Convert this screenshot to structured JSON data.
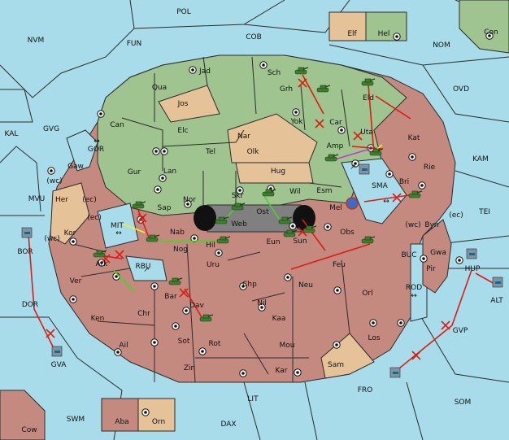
{
  "map": {
    "colors": {
      "sea": "#a9dcea",
      "green": "#9fc48f",
      "red": "#c48a80",
      "tan": "#e6c298",
      "gray": "#808080",
      "move_red": "#e01b12",
      "move_green": "#4fcf2c",
      "move_yellow": "#f3ef2a",
      "move_purple": "#c23cc8"
    },
    "labels": {
      "POL": "POL",
      "NVM": "NVM",
      "FUN": "FUN",
      "COB": "COB",
      "Elf": "Elf",
      "Hel": "Hel",
      "Con": "Con",
      "NOM": "NOM",
      "OVD": "OVD",
      "KAL": "KAL",
      "GVG": "GVG",
      "GOR": "GOR",
      "Gaw": "Gaw",
      "wc1": "(wc)",
      "Her": "Her",
      "ec1": "(ec)",
      "MVU": "MVU",
      "ec2": "(ec)",
      "Kor": "Kor",
      "wc2": "(wc)",
      "MIT": "MIT",
      "BOR": "BOR",
      "DOR": "DOR",
      "GVA": "GVA",
      "Ark": "Ark",
      "Ver": "Ver",
      "Ken": "Ken",
      "Chr": "Chr",
      "Ail": "Ail",
      "RBU": "RBU",
      "Can": "Can",
      "Qua": "Qua",
      "Jad": "Jad",
      "Jos": "Jos",
      "Sch": "Sch",
      "Grh": "Grh",
      "Elc": "Elc",
      "Nar": "Nar",
      "Yok": "Yok",
      "Car": "Car",
      "Eld": "Eld",
      "Gur": "Gur",
      "Tel": "Tel",
      "Olk": "Olk",
      "Lan": "Lan",
      "Hug": "Hug",
      "Amp": "Amp",
      "Uta": "Uta",
      "Kat": "Kat",
      "KAM": "KAM",
      "Rie": "Rie",
      "Nor": "Nor",
      "Sap": "Sap",
      "Skr": "Skr",
      "Web": "Web",
      "Ost": "Ost",
      "Wil": "Wil",
      "Esm": "Esm",
      "SMA": "SMA",
      "Bri": "Bri",
      "Mel": "Mel",
      "Nab": "Nab",
      "Nog": "Nog",
      "Hil": "Hil",
      "Eun": "Eun",
      "Sun": "Sun",
      "Obs": "Obs",
      "wc3": "(wc)",
      "ec3": "(ec)",
      "Byn": "Byn",
      "TEI": "TEI",
      "Gwa": "Gwa",
      "BUC": "BUC",
      "Pir": "Pir",
      "Uru": "Uru",
      "Feu": "Feu",
      "Chp": "Chp",
      "Neu": "Neu",
      "Nil": "Nil",
      "Orl": "Orl",
      "Bar": "Bar",
      "Dav": "Dav",
      "Kaa": "Kaa",
      "ROD": "ROD",
      "Sot": "Sot",
      "Rot": "Rot",
      "Mou": "Mou",
      "Los": "Los",
      "Zin": "Zin",
      "Kar": "Kar",
      "Sam": "Sam",
      "HUP": "HUP",
      "ALT": "ALT",
      "GVP": "GVP",
      "FRO": "FRO",
      "LIT": "LIT",
      "SOM": "SOM",
      "SWM": "SWM",
      "DAX": "DAX",
      "Cow": "Cow",
      "Aba": "Aba",
      "Orn": "Orn"
    },
    "units": [
      {
        "type": "army",
        "at": "Sch"
      },
      {
        "type": "army",
        "at": "Grh"
      },
      {
        "type": "army",
        "at": "Eld"
      },
      {
        "type": "army",
        "at": "Amp"
      },
      {
        "type": "army",
        "at": "Uta"
      },
      {
        "type": "army",
        "at": "Bri"
      },
      {
        "type": "army",
        "at": "Skr"
      },
      {
        "type": "army",
        "at": "Web"
      },
      {
        "type": "army",
        "at": "Ost"
      },
      {
        "type": "army",
        "at": "Wil"
      },
      {
        "type": "army",
        "at": "Eun"
      },
      {
        "type": "army",
        "at": "Sun"
      },
      {
        "type": "army",
        "at": "Obs"
      },
      {
        "type": "army",
        "at": "Sap"
      },
      {
        "type": "army",
        "at": "Nog"
      },
      {
        "type": "army",
        "at": "Hil"
      },
      {
        "type": "army",
        "at": "Ark"
      },
      {
        "type": "army",
        "at": "Bar"
      },
      {
        "type": "army",
        "at": "Dav"
      },
      {
        "type": "fleet",
        "at": "BOR"
      },
      {
        "type": "fleet",
        "at": "GVA"
      },
      {
        "type": "fleet",
        "at": "HUP"
      },
      {
        "type": "fleet",
        "at": "ALT"
      },
      {
        "type": "fleet",
        "at": "FRO"
      },
      {
        "type": "fleet",
        "at": "SMA"
      }
    ]
  }
}
